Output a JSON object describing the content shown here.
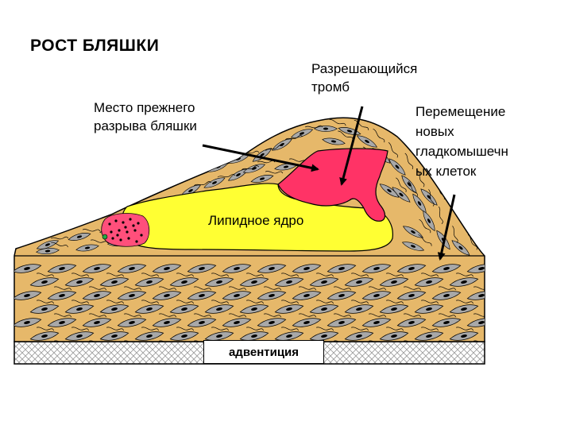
{
  "title": "РОСТ БЛЯШКИ",
  "labels": {
    "old_rupture_site": [
      "Место прежнего",
      "разрыва бляшки"
    ],
    "resolving_thrombus": [
      "Разрешающийся",
      "тромб"
    ],
    "smc_migration": [
      "Перемещение",
      "новых",
      "гладкомышечн",
      "ых клеток"
    ],
    "lipid_core": "Липидное ядро",
    "adventitia": "адвентиция"
  },
  "colors": {
    "tissue": "#E6B86A",
    "lipid": "#FFFF33",
    "thrombus": "#FF3366",
    "cell": "#A8A8A8",
    "rupture_site": "#FF4F7B",
    "adventitia_hatch": "#C8C8C8"
  }
}
